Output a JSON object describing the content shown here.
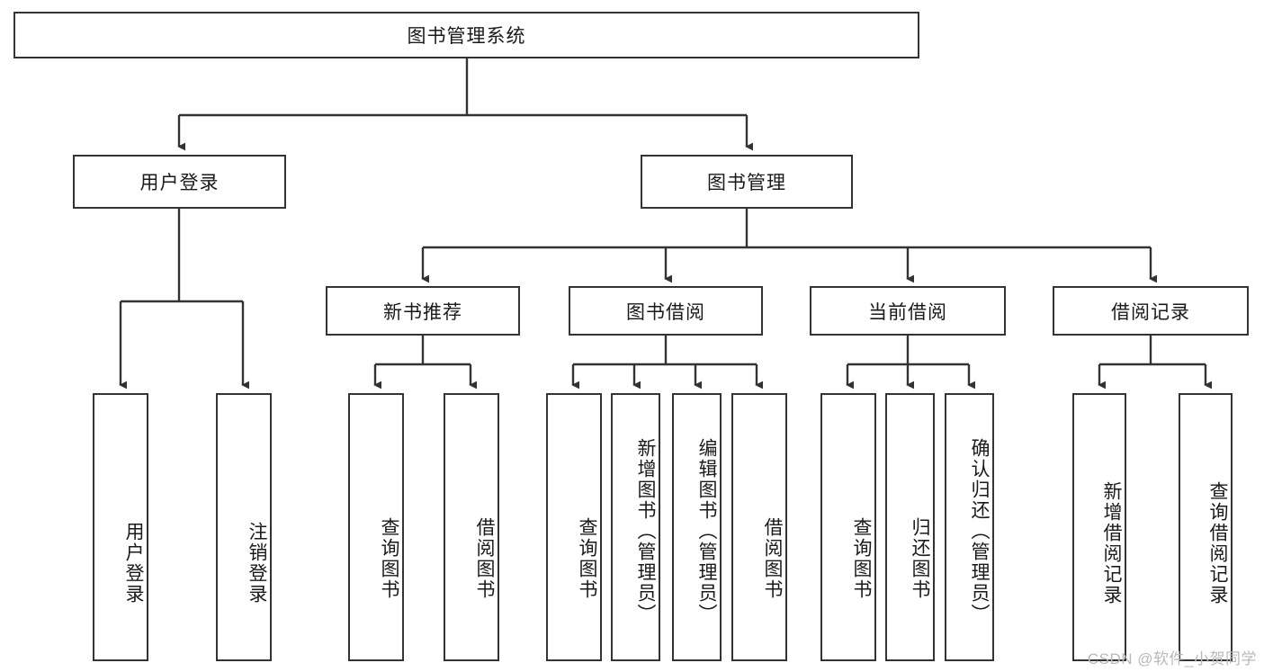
{
  "diagram": {
    "title_node": {
      "label": "图书管理系统"
    },
    "level1": [
      {
        "id": "user-login",
        "label": "用户登录"
      },
      {
        "id": "book-management",
        "label": "图书管理"
      }
    ],
    "level2": [
      {
        "id": "new-book-recommend",
        "label": "新书推荐"
      },
      {
        "id": "book-borrow",
        "label": "图书借阅"
      },
      {
        "id": "current-borrow",
        "label": "当前借阅"
      },
      {
        "id": "borrow-record",
        "label": "借阅记录"
      }
    ],
    "leaves": {
      "user_login": [
        {
          "id": "leaf-user-login",
          "label": "用户登录"
        },
        {
          "id": "leaf-logout-login",
          "label": "注销登录"
        }
      ],
      "new_book_recommend": [
        {
          "id": "leaf-query-book-1",
          "label": "查询图书"
        },
        {
          "id": "leaf-borrow-book-1",
          "label": "借阅图书"
        }
      ],
      "book_borrow": [
        {
          "id": "leaf-query-book-2",
          "label": "查询图书"
        },
        {
          "id": "leaf-add-book",
          "label": "新增图书（管理员）"
        },
        {
          "id": "leaf-edit-book",
          "label": "编辑图书（管理员）"
        },
        {
          "id": "leaf-borrow-book-2",
          "label": "借阅图书"
        }
      ],
      "current_borrow": [
        {
          "id": "leaf-query-book-3",
          "label": "查询图书"
        },
        {
          "id": "leaf-return-book",
          "label": "归还图书"
        },
        {
          "id": "leaf-confirm-return",
          "label": "确认归还（管理员）"
        }
      ],
      "borrow_record": [
        {
          "id": "leaf-add-borrow-record",
          "label": "新增借阅记录"
        },
        {
          "id": "leaf-query-borrow-record",
          "label": "查询借阅记录"
        }
      ]
    }
  },
  "watermark": {
    "text": "CSDN @软件_小贺同学"
  },
  "colors": {
    "stroke": "#333333",
    "fill": "#ffffff",
    "text": "#1a1a1a",
    "watermark": "#b9b9b9"
  }
}
